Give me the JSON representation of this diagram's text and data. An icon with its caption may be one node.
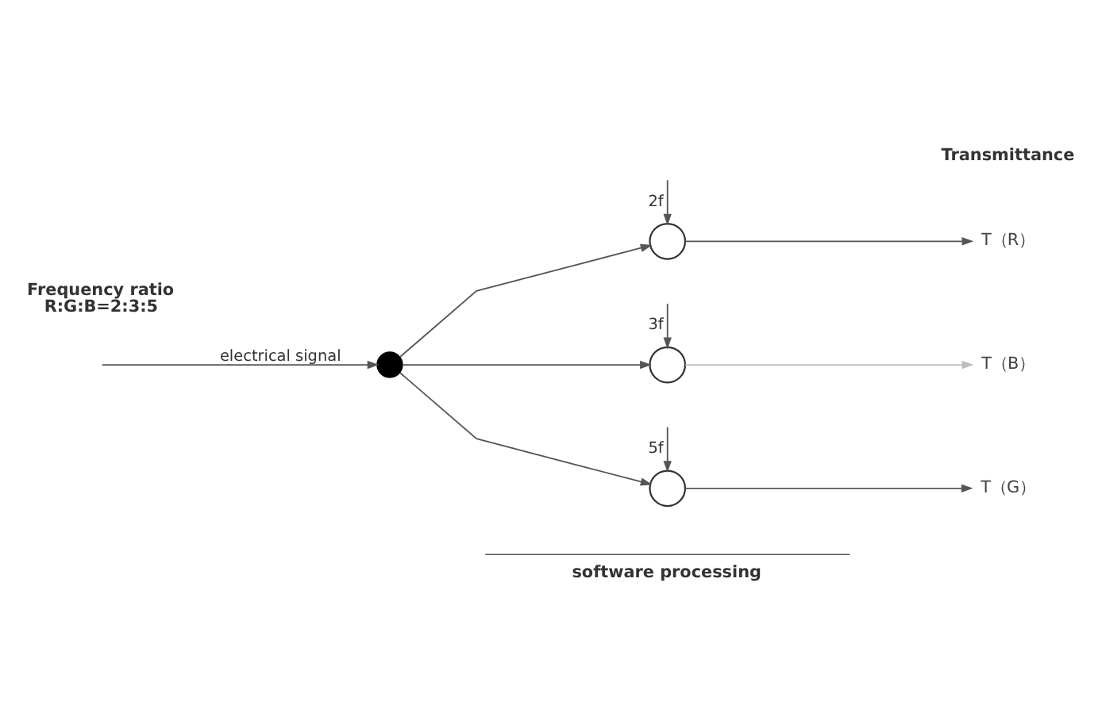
{
  "diagram": {
    "nodes": [
      {
        "text": [],
        "shape": "circle"
      },
      {
        "text": [],
        "shape": "circle"
      },
      {
        "text": [],
        "shape": "circle"
      },
      {
        "text": [],
        "shape": "circle"
      },
      {
        "text": [
          "T（R）"
        ]
      },
      {
        "text": [
          "T（B）"
        ]
      },
      {
        "text": [
          "T（G）"
        ]
      }
    ],
    "edges": [
      {
        "from": null,
        "to": 0,
        "arrow": "to",
        "label": "electrical signal"
      },
      {
        "from": 0,
        "to": 1,
        "arrow": "to"
      },
      {
        "from": 0,
        "to": 2,
        "arrow": "to"
      },
      {
        "from": 0,
        "to": 3,
        "arrow": "to"
      },
      {
        "from": null,
        "to": 1,
        "arrow": "to",
        "label": "2f"
      },
      {
        "from": 1,
        "to": 4,
        "arrow": "to"
      },
      {
        "from": null,
        "to": 2,
        "arrow": "to",
        "label": "3f"
      },
      {
        "from": 2,
        "to": 5,
        "arrow": "to",
        "color": "#bbbbbb"
      },
      {
        "from": null,
        "to": 3,
        "arrow": "to",
        "label": "5f"
      },
      {
        "from": 3,
        "to": 6,
        "arrow": "to"
      }
    ],
    "labels": [
      "Frequency ratio R:G:B=2:3:5",
      "Transmittance",
      "software processing"
    ]
  }
}
